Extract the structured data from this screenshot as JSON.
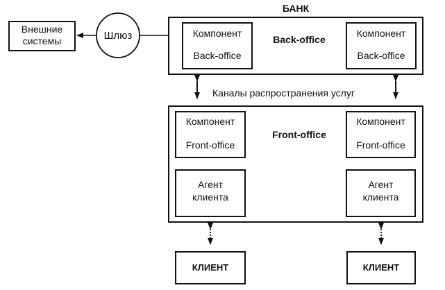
{
  "title": "БАНК",
  "external_systems": "Внешние системы",
  "external_systems_lines": [
    "Внешние",
    "системы"
  ],
  "gateway": "Шлюз",
  "back_office_label": "Back-office",
  "front_office_label": "Front-office",
  "channels_label": "Каналы распространения услуг",
  "back_office_components": [
    {
      "line1": "Компонент",
      "line2": "Back-office"
    },
    {
      "line1": "Компонент",
      "line2": "Back-office"
    }
  ],
  "front_office_components": [
    {
      "line1": "Компонент",
      "line2": "Front-office"
    },
    {
      "line1": "Компонент",
      "line2": "Front-office"
    }
  ],
  "client_agents": [
    {
      "line1": "Агент",
      "line2": "клиента"
    },
    {
      "line1": "Агент",
      "line2": "клиента"
    }
  ],
  "clients": [
    "КЛИЕНТ",
    "КЛИЕНТ"
  ]
}
